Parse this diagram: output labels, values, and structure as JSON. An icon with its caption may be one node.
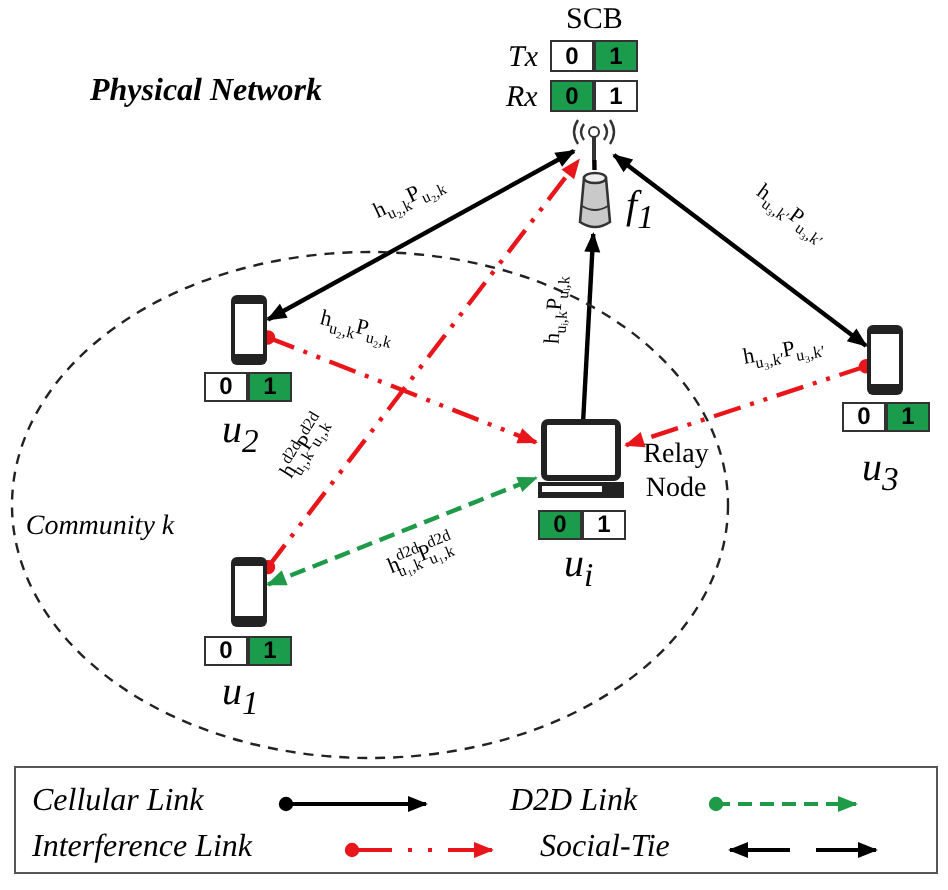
{
  "diagram": {
    "nodes": [
      {
        "text": [
          "SCB"
        ]
      },
      {
        "text": [
          "f$_{1}$"
        ]
      },
      {
        "text": [
          "Community k"
        ]
      },
      {
        "text": [
          "u$_{2}$"
        ],
        "in": 2
      },
      {
        "text": [
          "u$_{i}$"
        ],
        "beside": [
          "Relay Node"
        ],
        "in": 2
      },
      {
        "text": [
          "u$_{1}$"
        ],
        "in": 2
      },
      {
        "text": [
          "u$_{3}$"
        ]
      }
    ],
    "edges": [
      {
        "from": 3,
        "to": 0,
        "arrow": "both",
        "label": "h$_{u₂,k}$P$_{u₂,k}$"
      },
      {
        "from": 6,
        "to": 0,
        "arrow": "both",
        "label": "h$_{u₃,k′}$P$_{u₃,k′}$"
      },
      {
        "from": 4,
        "to": 1,
        "arrow": "to",
        "label": "h$_{uᵢ,k}$P$_{uᵢ,k}$"
      },
      {
        "from": 1,
        "to": 0,
        "arrow": "none"
      },
      {
        "from": 3,
        "to": 4,
        "arrow": "to",
        "label": "h$_{u₂,k}$P$_{u₂,k}$",
        "style": "dashed",
        "color": "#e8151b"
      },
      {
        "from": 6,
        "to": 4,
        "arrow": "to",
        "label": "h$_{u₃,k′}$P$_{u₃,k′}$",
        "style": "dashed",
        "color": "#e8151b"
      },
      {
        "from": 5,
        "to": 0,
        "arrow": "to",
        "label": "h$^{d2d}$$_{u₁,k}$P$^{d2d}$$_{u₁,k}$",
        "style": "dashed",
        "color": "#e8151b"
      },
      {
        "from": 5,
        "to": 4,
        "arrow": "both",
        "label": "h$^{d2d}$$_{u₁,k}$P$^{d2d}$$_{u₁,k}$",
        "style": "dashed",
        "color": "#1f9a48"
      }
    ],
    "labels": [
      "Physical Network",
      "Tx",
      "0",
      "1",
      "Rx",
      "0",
      "1",
      "0",
      "1",
      "0",
      "1",
      "0",
      "1",
      "0",
      "1"
    ],
    "legend": [
      {
        "text": "Cellular Link"
      },
      {
        "text": "D2D Link"
      },
      {
        "text": "Interference Link"
      },
      {
        "text": "Social-Tie"
      }
    ]
  }
}
